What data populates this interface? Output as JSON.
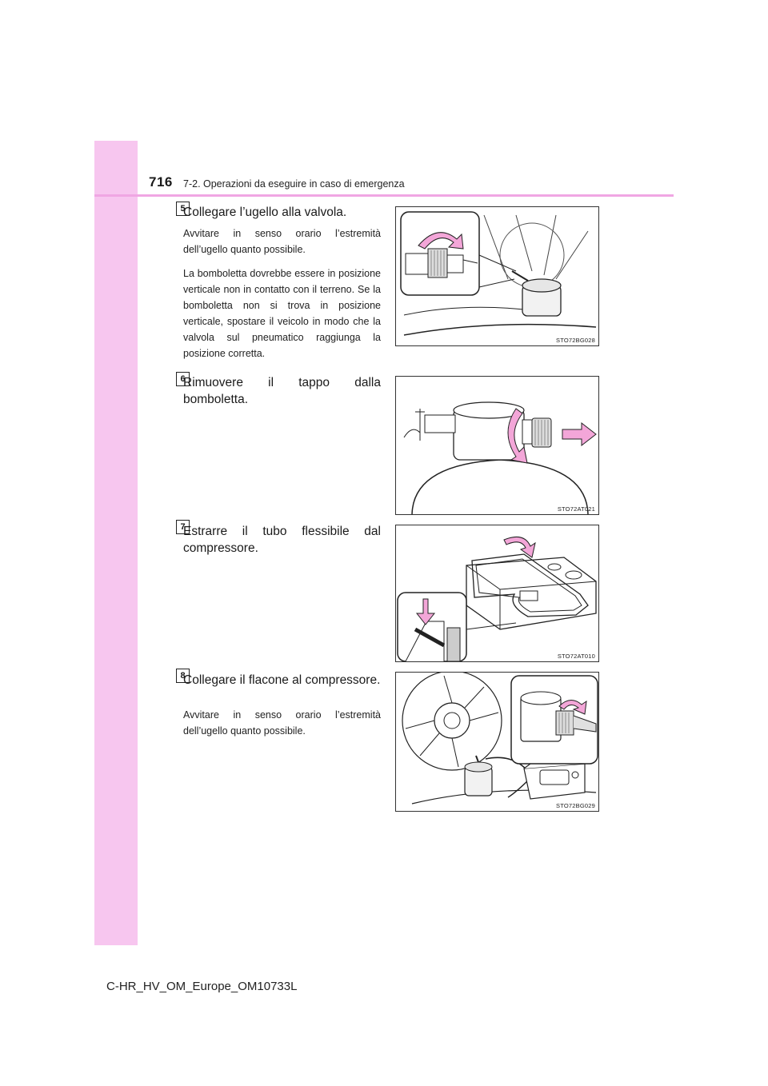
{
  "header": {
    "page_number": "716",
    "section_title": "7-2. Operazioni da eseguire in caso di emergenza"
  },
  "steps": [
    {
      "number": "5",
      "title": "Collegare l’ugello alla valvola.",
      "paragraphs": [
        "Avvitare in senso orario l’estremità dell’ugello quanto possibile.",
        "La bomboletta dovrebbe essere in posizione verticale non in contatto con il terreno. Se la bomboletta non si trova in posizione verticale, spostare il veicolo in modo che la valvola sul pneumatico raggiunga la posizione corretta."
      ],
      "figure_code": "STO72BG028"
    },
    {
      "number": "6",
      "title": "Rimuovere il tappo dalla bomboletta.",
      "paragraphs": [],
      "figure_code": "STO72AT021"
    },
    {
      "number": "7",
      "title": "Estrarre il tubo flessibile dal compressore.",
      "paragraphs": [],
      "figure_code": "STO72AT010"
    },
    {
      "number": "8",
      "title": "Collegare il flacone al compressore.",
      "paragraphs": [
        "Avvitare in senso orario l’estremità dell’ugello quanto possibile."
      ],
      "figure_code": "STO72BG029"
    }
  ],
  "footer": {
    "document_id": "C-HR_HV_OM_Europe_OM10733L"
  },
  "colors": {
    "side_strip": "#f7c6ef",
    "header_rule": "#f0a6e3",
    "arrow_fill": "#f3a6d8"
  }
}
